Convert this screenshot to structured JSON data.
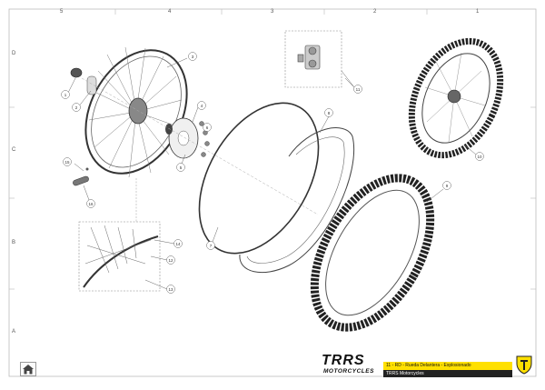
{
  "grid": {
    "columns": [
      "5",
      "4",
      "3",
      "2",
      "1"
    ],
    "rows": [
      "D",
      "C",
      "B",
      "A"
    ]
  },
  "callouts": [
    "1",
    "2",
    "3",
    "4",
    "5",
    "6",
    "7",
    "8",
    "9",
    "10",
    "11",
    "12",
    "13",
    "14",
    "15",
    "16"
  ],
  "title_block": {
    "logo_text": "TRRS",
    "logo_subtitle": "MOTORCYCLES",
    "title": "11 - RD - Rueda Delantera - Explosionado",
    "company": "TRRS Motorcycles"
  },
  "colors": {
    "title_bar": "#ffe000",
    "company_bar": "#222222",
    "logo_accent": "#e30613"
  },
  "icons": [
    "home-icon",
    "trrs-shield-icon"
  ]
}
